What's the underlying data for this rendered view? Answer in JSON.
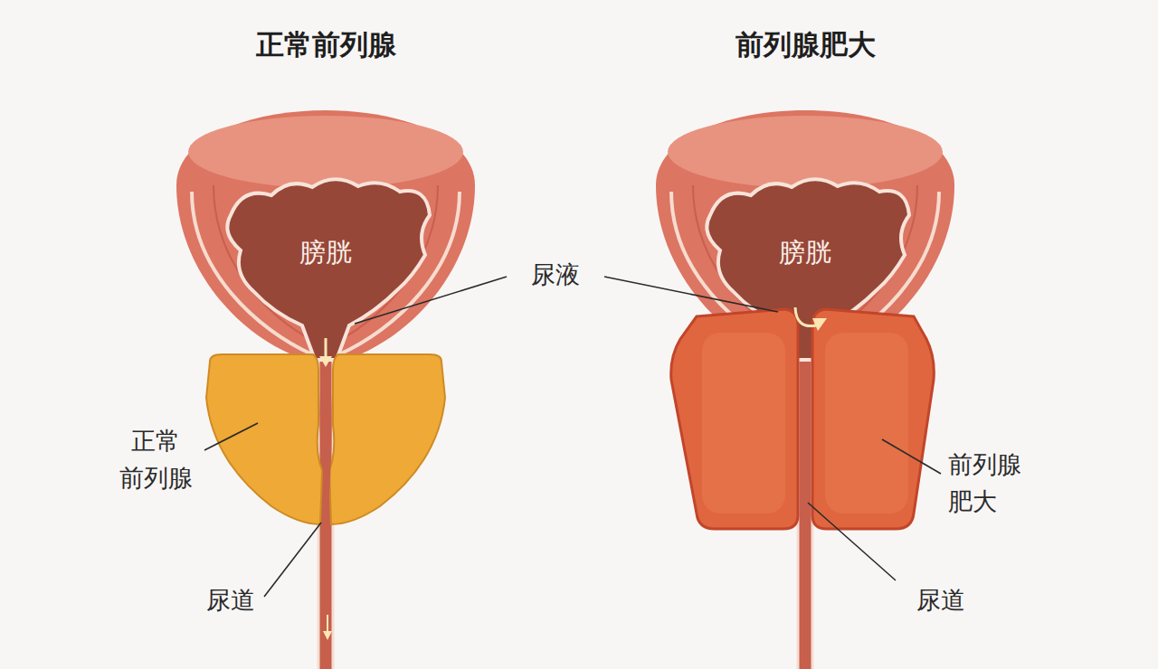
{
  "diagram": {
    "labels": [
      "正常前列腺",
      "前列腺肥大",
      "膀胱",
      "膀胱",
      "尿液",
      "正常 前列腺",
      "前列腺 肥大",
      "尿道",
      "尿道"
    ]
  }
}
